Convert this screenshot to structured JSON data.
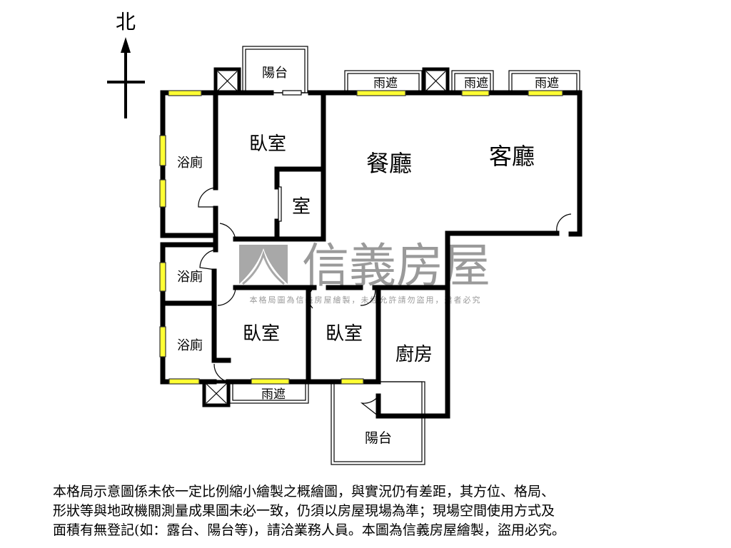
{
  "compass": {
    "north_label": "北"
  },
  "rooms": {
    "balcony_north": "陽台",
    "rain_shade_1": "雨遮",
    "rain_shade_2": "雨遮",
    "rain_shade_3": "雨遮",
    "bathroom_1": "浴廁",
    "bedroom_master": "臥室",
    "closet": "室",
    "dining": "餐廳",
    "living": "客廳",
    "bathroom_2": "浴廁",
    "bathroom_3": "浴廁",
    "bedroom_2": "臥室",
    "bedroom_3": "臥室",
    "kitchen": "廚房",
    "rain_shade_south": "雨遮",
    "balcony_south": "陽台"
  },
  "watermark": {
    "brand": "信義房屋",
    "notice": "本格局圖為信義房屋繪製，未經允許請勿盜用，違者必究"
  },
  "disclaimer": {
    "lines": [
      "本格局示意圖係未依一定比例縮小繪製之概繪圖，與實況仍有差距，其方位、格局、",
      "形狀等與地政機關測量成果圖未必一致，仍須以房屋現場為準；現場空間使用方式及",
      "面積有無登記(如：露台、陽台等)，請洽業務人員。本圖為信義房屋繪製，盜用必究。"
    ]
  },
  "colors": {
    "wall": "#000000",
    "window": "#ffff33",
    "watermark": "#9a9a9a"
  }
}
